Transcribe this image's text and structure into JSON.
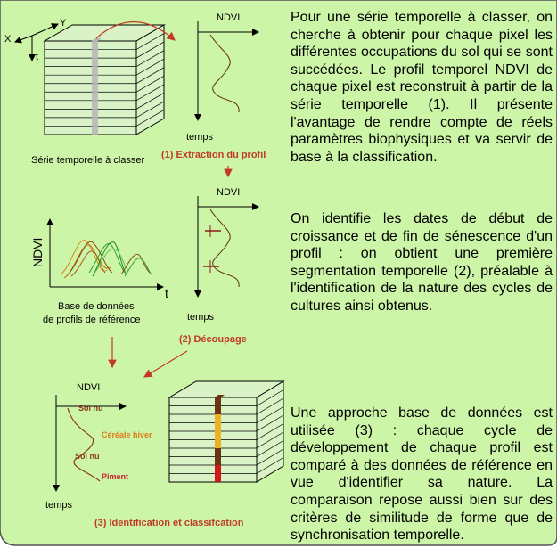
{
  "colors": {
    "background": "#cdf5a8",
    "accent_red": "#c0392b",
    "caption_red": "#c0392b",
    "ndvi_green": "#2fa02f",
    "ndvi_orange": "#d98a1c",
    "curve_brown": "#8b3a1a",
    "cereal_orange": "#e07a1a",
    "chili_red": "#c0282d"
  },
  "text": {
    "paragraph1": "Pour une série temporelle à classer, on cherche à obtenir pour chaque pixel les différentes occupations du sol qui se sont succédées. Le profil temporel NDVI de chaque pixel est reconstruit à partir de la série temporelle (1). Il présente l'avantage de rendre compte de réels paramètres biophysiques et va servir de base à la classification.",
    "paragraph2": "On identifie les dates de début de croissance et de fin de sénescence d'un profil : on obtient une première segmentation temporelle (2), préalable à l'identification de la nature des cycles de cultures ainsi obtenus.",
    "paragraph3": "Une approche base de données est utilisée (3) : chaque cycle de développement de chaque profil est comparé à des données de référence en vue d'identifier sa nature. La comparaison repose aussi bien sur des critères de similitude de forme que de synchronisation temporelle."
  },
  "diagram": {
    "axis_x": "X",
    "axis_y": "Y",
    "axis_t": "t",
    "series_label": "Série temporelle à classer",
    "ndvi_label": "NDVI",
    "temps_label": "temps",
    "step1": "(1) Extraction du profil",
    "step2": "(2) Découpage",
    "step3": "(3) Identification et classifcation",
    "database_label_line1": "Base de données",
    "database_label_line2": "de profils de référence",
    "sol_nu": "Sol nu",
    "cereale_hiver": "Céréale hiver",
    "piment": "Piment"
  }
}
